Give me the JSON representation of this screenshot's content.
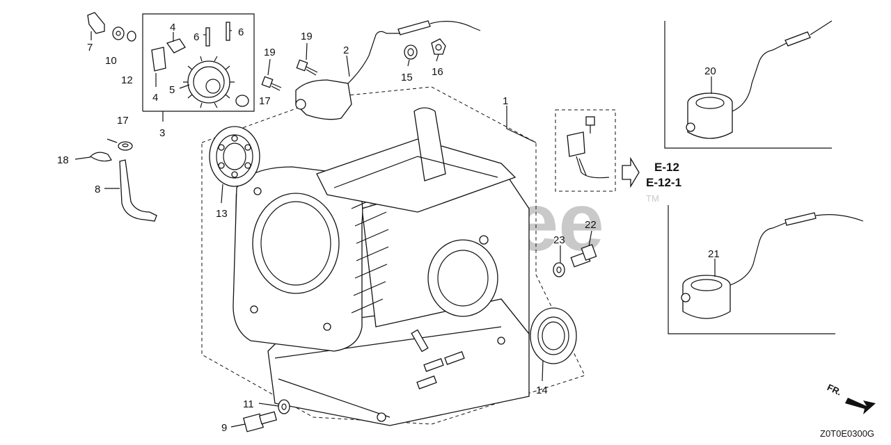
{
  "watermark": "PartsTree",
  "trademark": "TM",
  "diagram_code": "Z0T0E0300G",
  "front_marker": "FR.",
  "references": [
    "E-12",
    "E-12-1"
  ],
  "callouts": {
    "c1": "1",
    "c2": "2",
    "c3": "3",
    "c4a": "4",
    "c4b": "4",
    "c5": "5",
    "c6a": "6",
    "c6b": "6",
    "c7": "7",
    "c8": "8",
    "c9": "9",
    "c10": "10",
    "c11": "11",
    "c12": "12",
    "c13": "13",
    "c14": "14",
    "c15": "15",
    "c16": "16",
    "c17a": "17",
    "c17b": "17",
    "c18": "18",
    "c19a": "19",
    "c19b": "19",
    "c20": "20",
    "c21": "21",
    "c22": "22",
    "c23": "23"
  }
}
